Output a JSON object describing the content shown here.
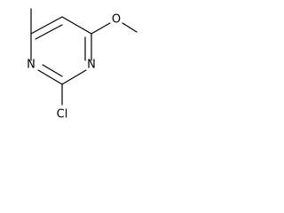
{
  "molecule": {
    "atoms": {
      "n1": "N",
      "n3": "N",
      "o": "O",
      "cl": "Cl"
    }
  }
}
